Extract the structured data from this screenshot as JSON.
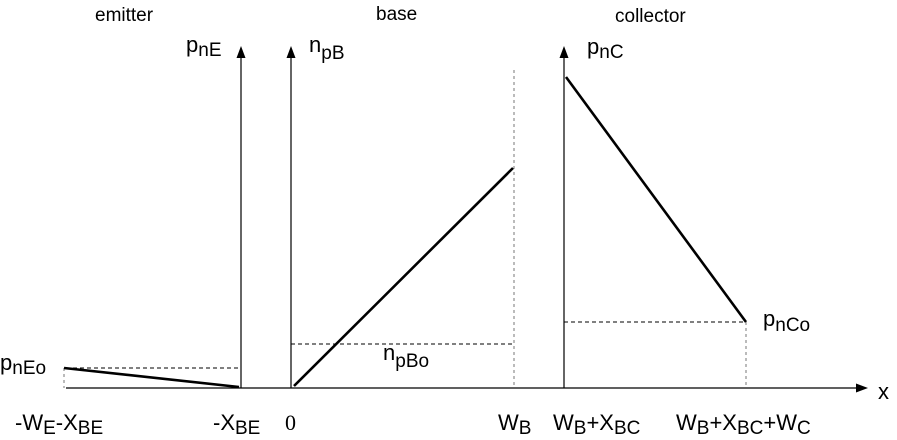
{
  "regions": {
    "emitter": "emitter",
    "base": "base",
    "collector": "collector"
  },
  "axis": {
    "x_label": "x"
  },
  "axis_labels": {
    "emitter": {
      "main": "p",
      "sub": "nE"
    },
    "base": {
      "main": "n",
      "sub": "pB"
    },
    "collector": {
      "main": "p",
      "sub": "nC"
    }
  },
  "equilibrium_labels": {
    "emitter": {
      "main": "p",
      "sub": "nEo"
    },
    "base": {
      "main": "n",
      "sub": "pBo"
    },
    "collector": {
      "main": "p",
      "sub": "nCo"
    }
  },
  "ticks": {
    "t1": {
      "a": "-W",
      "a_sub": "E",
      "b": "-X",
      "b_sub": "BE"
    },
    "t2": {
      "a": "-X",
      "a_sub": "BE"
    },
    "t3": {
      "a": "0"
    },
    "t4": {
      "a": "W",
      "a_sub": "B"
    },
    "t5": {
      "a": "W",
      "a_sub": "B",
      "b": "+X",
      "b_sub": "BC"
    },
    "t6": {
      "a": "W",
      "a_sub": "B",
      "b": "+X",
      "b_sub": "BC",
      "c": "+W",
      "c_sub": "C"
    }
  },
  "colors": {
    "line": "#000000",
    "guide": "#777777"
  }
}
